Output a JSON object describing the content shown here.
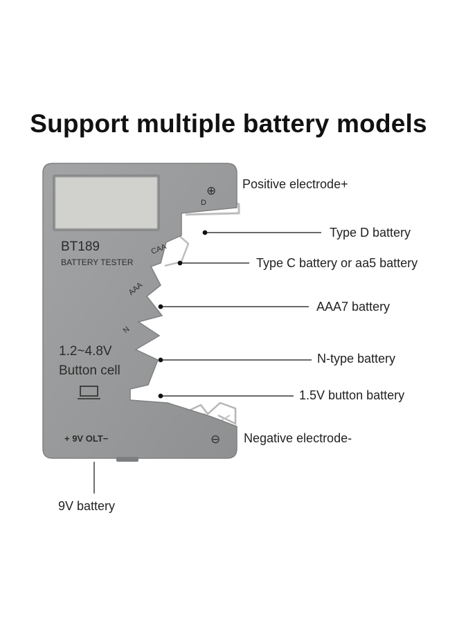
{
  "headline": "Support multiple battery models",
  "device": {
    "model": "BT189",
    "subtitle": "BATTERY TESTER",
    "voltage_range": "1.2~4.8V",
    "button_cell": "Button cell",
    "nine_volt_label": "+ 9V OLT−",
    "slot_d": "D",
    "slot_caa": "CAA",
    "slot_aaa": "AAA",
    "slot_n": "N",
    "positive_symbol": "⊕",
    "negative_symbol": "⊖"
  },
  "callouts": {
    "positive": "Positive electrode+",
    "type_d": "Type D battery",
    "type_c": "Type C battery or aa5 battery",
    "aaa7": "AAA7 battery",
    "n_type": "N-type battery",
    "button": "1.5V button battery",
    "negative": "Negative electrode-",
    "nine_volt": "9V battery"
  },
  "colors": {
    "body": "#9a9b9c",
    "lcd": "#cfd0cc",
    "line": "#111111",
    "spring": "#b8b8b8"
  }
}
